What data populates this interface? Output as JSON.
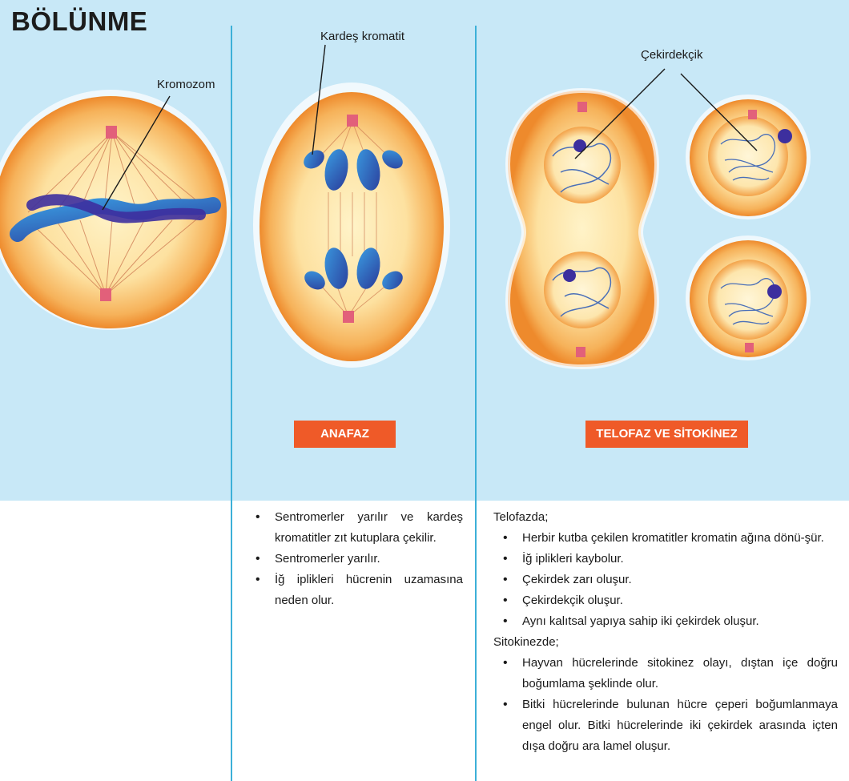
{
  "page_title": "BÖLÜNME",
  "labels": {
    "kromozom": "Kromozom",
    "kardes_kromatit": "Kardeş kromatit",
    "cekirdekcik": "Çekirdekçik"
  },
  "phases": {
    "anafaz": "ANAFAZ",
    "telofaz": "TELOFAZ VE SİTOKİNEZ"
  },
  "anafaz_items": [
    "Sentromerler yarılır ve kardeş kromatitler zıt kutuplara çekilir.",
    "Sentromerler yarılır.",
    "İğ iplikleri hücrenin uzamasına neden olur."
  ],
  "telofaz": {
    "intro": "Telofazda;",
    "items": [
      "Herbir kutba çekilen kromatitler kromatin ağına dönü-şür.",
      "İğ iplikleri kaybolur.",
      "Çekirdek zarı oluşur.",
      "Çekirdekçik oluşur.",
      "Aynı kalıtsal yapıya sahip iki çekirdek oluşur."
    ],
    "sito_intro": "Sitokinezde;",
    "sito_items": [
      "Hayvan hücrelerinde sitokinez olayı, dıştan içe doğru boğumlama şeklinde olur.",
      "Bitki hücrelerinde bulunan hücre çeperi boğumlanmaya engel olur. Bitki hücrelerinde iki çekirdek arasında içten dışa doğru ara lamel oluşur."
    ]
  },
  "colors": {
    "band": "#c8e8f7",
    "divider": "#3cb0d8",
    "badge": "#ef5a28",
    "cell_rim": "#f08a2e",
    "cell_inner": "#fde7a8",
    "chromosome_dark": "#3d2f9e",
    "chromosome_light": "#3a8fd6"
  }
}
